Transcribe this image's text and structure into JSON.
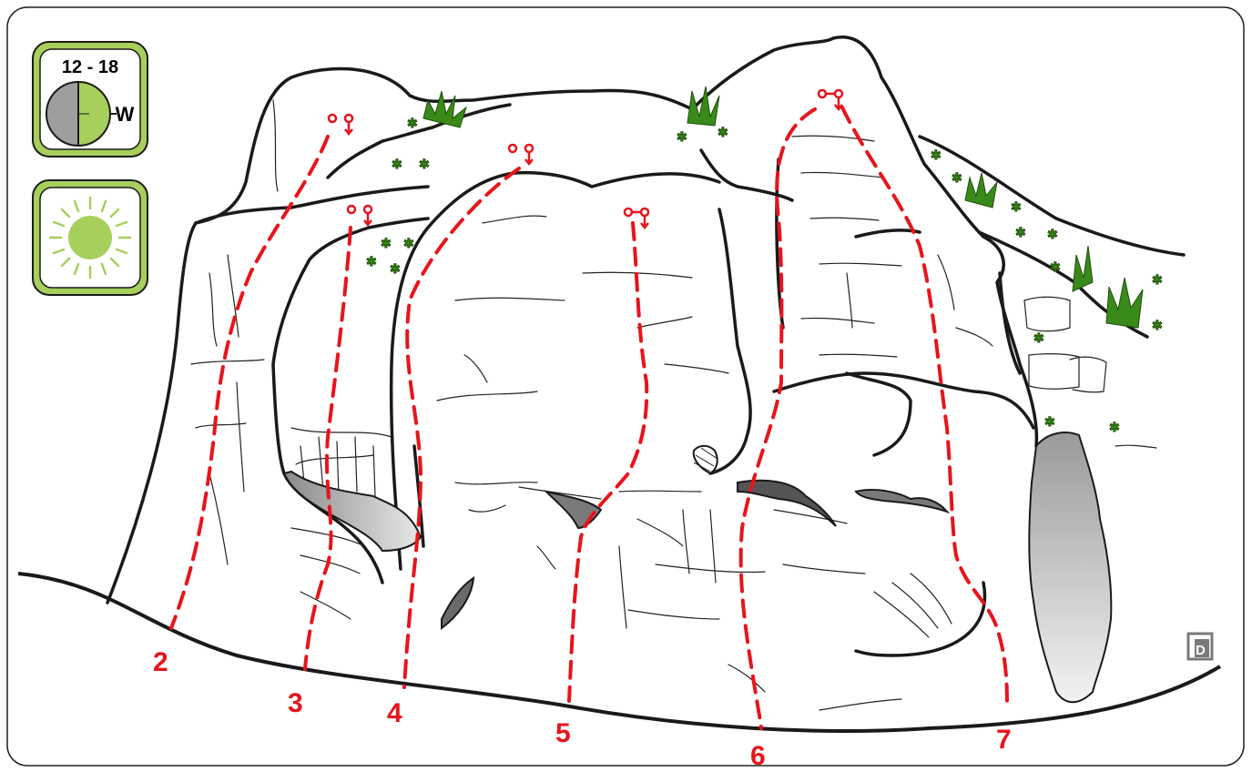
{
  "info_panel": {
    "time_range": "12 - 18",
    "aspect": "W",
    "sun_icon": "sun-icon",
    "shade_icon": "half-shade-clock-icon"
  },
  "routes": [
    {
      "number": "2"
    },
    {
      "number": "3"
    },
    {
      "number": "4"
    },
    {
      "number": "5"
    },
    {
      "number": "6"
    },
    {
      "number": "7"
    }
  ],
  "colors": {
    "route": "#e8141b",
    "badge_border": "#8dc63f",
    "badge_fill": "#a6cf5c",
    "rock_outline": "#1a1a1a",
    "shade": "#9e9e9e"
  },
  "logo": "D"
}
